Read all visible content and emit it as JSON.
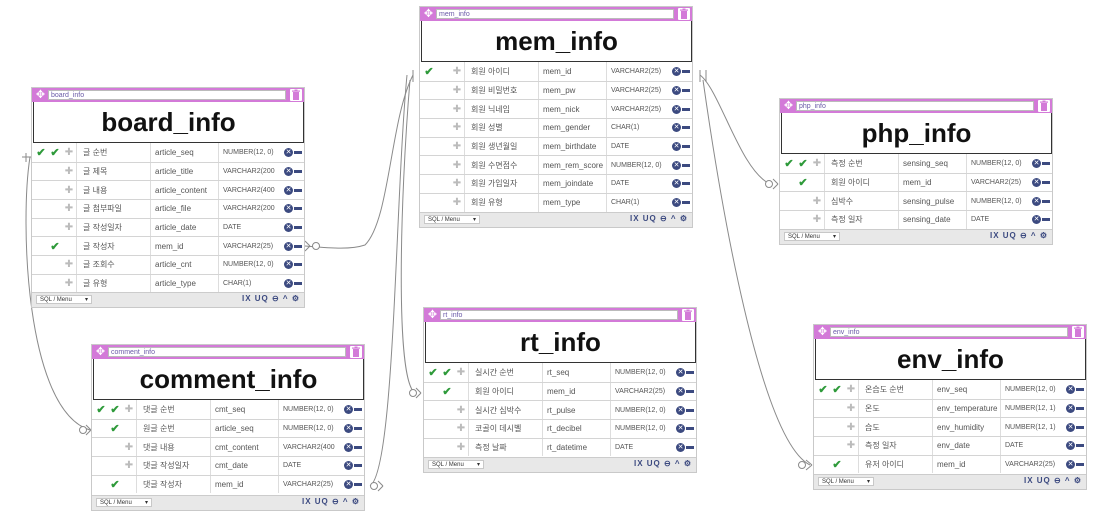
{
  "tables": [
    {
      "id": "board",
      "small_name": "board_info",
      "title": "board_info",
      "menu": "SQL / Menu",
      "tools": "IX UQ ⊖ ^ ⚙",
      "rows": [
        {
          "c1": "✔",
          "c2": "✔",
          "c3": "✚",
          "logical": "글 순번",
          "physical": "article_seq",
          "type": "NUMBER(12, 0)"
        },
        {
          "c1": "",
          "c2": "",
          "c3": "✚",
          "logical": "글 제목",
          "physical": "article_title",
          "type": "VARCHAR2(200"
        },
        {
          "c1": "",
          "c2": "",
          "c3": "✚",
          "logical": "글 내용",
          "physical": "article_content",
          "type": "VARCHAR2(400"
        },
        {
          "c1": "",
          "c2": "",
          "c3": "✚",
          "logical": "글 첨부파일",
          "physical": "article_file",
          "type": "VARCHAR2(200"
        },
        {
          "c1": "",
          "c2": "",
          "c3": "✚",
          "logical": "글 작성일자",
          "physical": "article_date",
          "type": "DATE"
        },
        {
          "c1": "",
          "c2": "✔",
          "c3": "",
          "logical": "글 작성자",
          "physical": "mem_id",
          "type": "VARCHAR2(25)"
        },
        {
          "c1": "",
          "c2": "",
          "c3": "✚",
          "logical": "글 조회수",
          "physical": "article_cnt",
          "type": "NUMBER(12, 0)"
        },
        {
          "c1": "",
          "c2": "",
          "c3": "✚",
          "logical": "글 유형",
          "physical": "article_type",
          "type": "CHAR(1)"
        }
      ]
    },
    {
      "id": "mem",
      "small_name": "mem_info",
      "title": "mem_info",
      "menu": "SQL / Menu",
      "tools": "IX UQ ⊖ ^ ⚙",
      "rows": [
        {
          "c1": "✔",
          "c2": "",
          "c3": "✚",
          "logical": "회원 아이디",
          "physical": "mem_id",
          "type": "VARCHAR2(25)"
        },
        {
          "c1": "",
          "c2": "",
          "c3": "✚",
          "logical": "회원 비밀번호",
          "physical": "mem_pw",
          "type": "VARCHAR2(25)"
        },
        {
          "c1": "",
          "c2": "",
          "c3": "✚",
          "logical": "회원 닉네임",
          "physical": "mem_nick",
          "type": "VARCHAR2(25)"
        },
        {
          "c1": "",
          "c2": "",
          "c3": "✚",
          "logical": "회원 성별",
          "physical": "mem_gender",
          "type": "CHAR(1)"
        },
        {
          "c1": "",
          "c2": "",
          "c3": "✚",
          "logical": "회원 생년월일",
          "physical": "mem_birthdate",
          "type": "DATE"
        },
        {
          "c1": "",
          "c2": "",
          "c3": "✚",
          "logical": "회원 수면점수",
          "physical": "mem_rem_score",
          "type": "NUMBER(12, 0)"
        },
        {
          "c1": "",
          "c2": "",
          "c3": "✚",
          "logical": "회원 가입일자",
          "physical": "mem_joindate",
          "type": "DATE"
        },
        {
          "c1": "",
          "c2": "",
          "c3": "✚",
          "logical": "회원 유형",
          "physical": "mem_type",
          "type": "CHAR(1)"
        }
      ]
    },
    {
      "id": "php",
      "small_name": "php_info",
      "title": "php_info",
      "menu": "SQL / Menu",
      "tools": "IX UQ ⊖ ^ ⚙",
      "rows": [
        {
          "c1": "✔",
          "c2": "✔",
          "c3": "✚",
          "logical": "측정 순번",
          "physical": "sensing_seq",
          "type": "NUMBER(12, 0)"
        },
        {
          "c1": "",
          "c2": "✔",
          "c3": "",
          "logical": "회원 아이디",
          "physical": "mem_id",
          "type": "VARCHAR2(25)"
        },
        {
          "c1": "",
          "c2": "",
          "c3": "✚",
          "logical": "심박수",
          "physical": "sensing_pulse",
          "type": "NUMBER(12, 0)"
        },
        {
          "c1": "",
          "c2": "",
          "c3": "✚",
          "logical": "측정 일자",
          "physical": "sensing_date",
          "type": "DATE"
        }
      ]
    },
    {
      "id": "comment",
      "small_name": "comment_info",
      "title": "comment_info",
      "menu": "SQL / Menu",
      "tools": "IX UQ ⊖ ^ ⚙",
      "rows": [
        {
          "c1": "✔",
          "c2": "✔",
          "c3": "✚",
          "logical": "댓글 순번",
          "physical": "cmt_seq",
          "type": "NUMBER(12, 0)"
        },
        {
          "c1": "",
          "c2": "✔",
          "c3": "",
          "logical": "원글 순번",
          "physical": "article_seq",
          "type": "NUMBER(12, 0)"
        },
        {
          "c1": "",
          "c2": "",
          "c3": "✚",
          "logical": "댓글 내용",
          "physical": "cmt_content",
          "type": "VARCHAR2(400"
        },
        {
          "c1": "",
          "c2": "",
          "c3": "✚",
          "logical": "댓글 작성일자",
          "physical": "cmt_date",
          "type": "DATE"
        },
        {
          "c1": "",
          "c2": "✔",
          "c3": "",
          "logical": "댓글 작성자",
          "physical": "mem_id",
          "type": "VARCHAR2(25)"
        }
      ]
    },
    {
      "id": "rt",
      "small_name": "rt_info",
      "title": "rt_info",
      "menu": "SQL / Menu",
      "tools": "IX UQ ⊖ ^ ⚙",
      "rows": [
        {
          "c1": "✔",
          "c2": "✔",
          "c3": "✚",
          "logical": "실시간 순번",
          "physical": "rt_seq",
          "type": "NUMBER(12, 0)"
        },
        {
          "c1": "",
          "c2": "✔",
          "c3": "",
          "logical": "회원 아이디",
          "physical": "mem_id",
          "type": "VARCHAR2(25)"
        },
        {
          "c1": "",
          "c2": "",
          "c3": "✚",
          "logical": "실시간 심박수",
          "physical": "rt_pulse",
          "type": "NUMBER(12, 0)"
        },
        {
          "c1": "",
          "c2": "",
          "c3": "✚",
          "logical": "코골이 데시벨",
          "physical": "rt_decibel",
          "type": "NUMBER(12, 0)"
        },
        {
          "c1": "",
          "c2": "",
          "c3": "✚",
          "logical": "측정 날짜",
          "physical": "rt_datetime",
          "type": "DATE"
        }
      ]
    },
    {
      "id": "env",
      "small_name": "env_info",
      "title": "env_info",
      "menu": "SQL / Menu",
      "tools": "IX UQ ⊖ ^ ⚙",
      "rows": [
        {
          "c1": "✔",
          "c2": "✔",
          "c3": "✚",
          "logical": "온습도 순번",
          "physical": "env_seq",
          "type": "NUMBER(12, 0)"
        },
        {
          "c1": "",
          "c2": "",
          "c3": "✚",
          "logical": "온도",
          "physical": "env_temperature",
          "type": "NUMBER(12, 1)"
        },
        {
          "c1": "",
          "c2": "",
          "c3": "✚",
          "logical": "습도",
          "physical": "env_humidity",
          "type": "NUMBER(12, 1)"
        },
        {
          "c1": "",
          "c2": "",
          "c3": "✚",
          "logical": "측정 일자",
          "physical": "env_date",
          "type": "DATE"
        },
        {
          "c1": "",
          "c2": "✔",
          "c3": "",
          "logical": "유저 아이디",
          "physical": "mem_id",
          "type": "VARCHAR2(25)"
        }
      ]
    }
  ]
}
